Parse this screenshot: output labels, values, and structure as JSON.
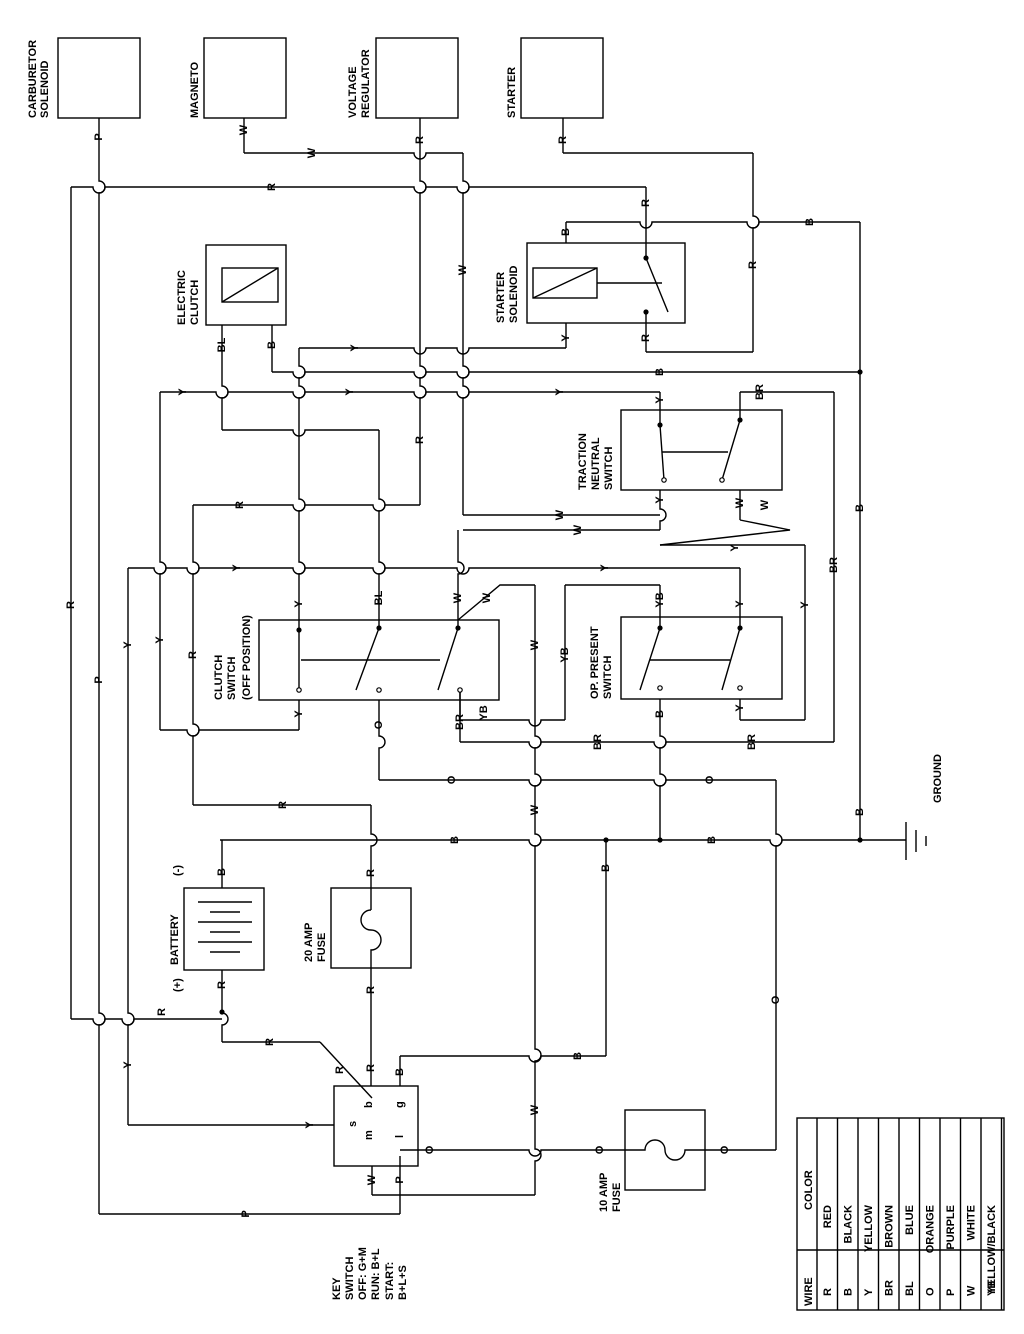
{
  "components": {
    "carburetor_solenoid": [
      "CARBURETOR",
      "SOLENOID"
    ],
    "magneto": "MAGNETO",
    "voltage_regulator": [
      "VOLTAGE",
      "REGULATOR"
    ],
    "starter": "STARTER",
    "electric_clutch": [
      "ELECTRIC",
      "CLUTCH"
    ],
    "starter_solenoid": [
      "STARTER",
      "SOLENOID"
    ],
    "traction_neutral_switch": [
      "TRACTION",
      "NEUTRAL",
      "SWITCH"
    ],
    "clutch_switch": [
      "CLUTCH",
      "SWITCH",
      "(OFF POSITION)"
    ],
    "op_present_switch": [
      "OP. PRESENT",
      "SWITCH"
    ],
    "ground": "GROUND",
    "battery": "BATTERY",
    "battery_neg": "(-)",
    "battery_pos": "(+)",
    "fuse_20": [
      "20 AMP",
      "FUSE"
    ],
    "fuse_10": [
      "10 AMP",
      "FUSE"
    ],
    "key_switch": [
      "KEY",
      "SWITCH",
      "OFF: G+M",
      "RUN: B+L",
      "START:",
      "B+L+S"
    ]
  },
  "key_terminals": {
    "s": "s",
    "b": "b",
    "g": "g",
    "m": "m",
    "l": "l"
  },
  "legend": {
    "header_wire": "WIRE",
    "header_color": "COLOR",
    "rows": [
      {
        "wire": "R",
        "color": "RED"
      },
      {
        "wire": "B",
        "color": "BLACK"
      },
      {
        "wire": "Y",
        "color": "YELLOW"
      },
      {
        "wire": "BR",
        "color": "BROWN"
      },
      {
        "wire": "BL",
        "color": "BLUE"
      },
      {
        "wire": "O",
        "color": "ORANGE"
      },
      {
        "wire": "P",
        "color": "PURPLE"
      },
      {
        "wire": "W",
        "color": "WHITE"
      },
      {
        "wire": "YB",
        "color": "YELLOW/BLACK"
      }
    ]
  },
  "wire_codes": {
    "R": "R",
    "B": "B",
    "Y": "Y",
    "W": "W",
    "P": "P",
    "O": "O",
    "BL": "BL",
    "BR": "BR",
    "YB": "YB"
  }
}
